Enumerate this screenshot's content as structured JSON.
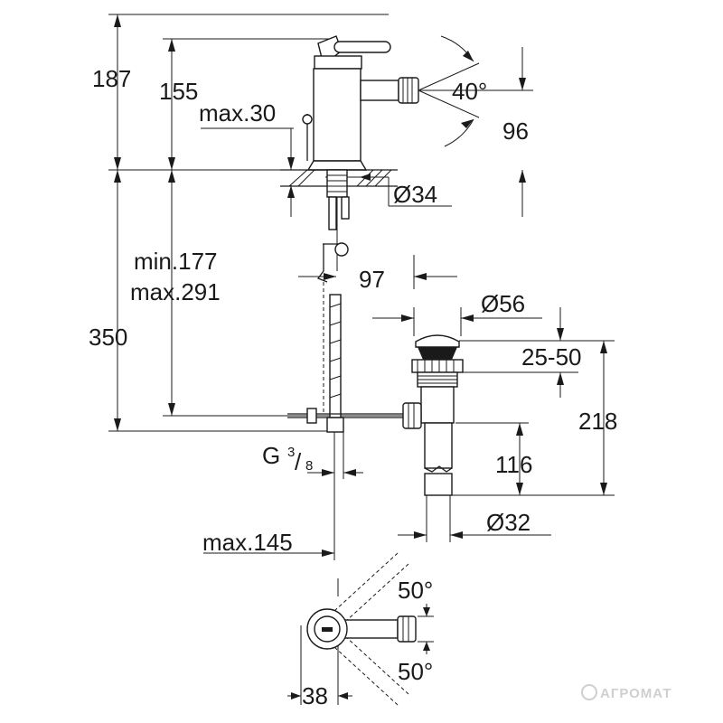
{
  "dimensions": {
    "d187": "187",
    "d155": "155",
    "max30": "max.30",
    "angle40": "40°",
    "d96": "96",
    "dia34": "Ø34",
    "min177": "min.177",
    "max291": "max.291",
    "d97": "97",
    "d350": "350",
    "dia56": "Ø56",
    "d25_50": "25-50",
    "d218": "218",
    "g_prefix": "G",
    "g_num": "3",
    "g_slash": "/",
    "g_den": "8",
    "d116": "116",
    "dia32": "Ø32",
    "max145": "max.145",
    "angle50_top": "50°",
    "angle50_bottom": "50°",
    "d38": "38"
  },
  "watermark": "АГРОМАТ",
  "colors": {
    "line": "#1a1a1a",
    "background": "#ffffff",
    "watermark": "#cfcfcf"
  }
}
